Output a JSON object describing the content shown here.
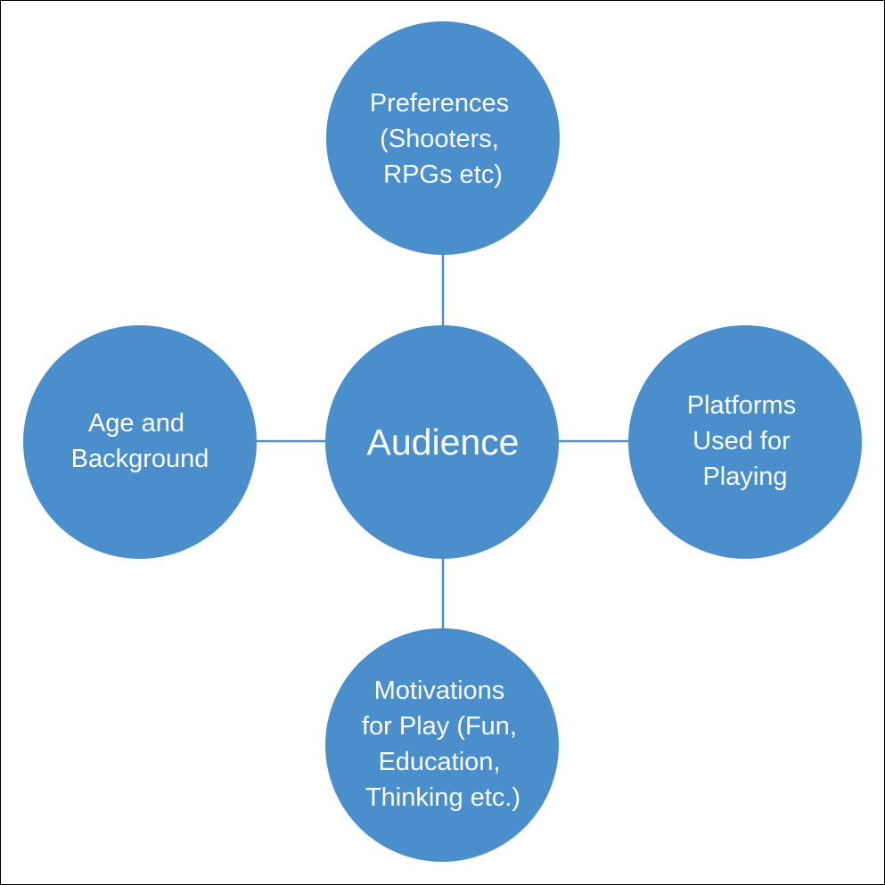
{
  "diagram": {
    "colors": {
      "node_fill": "#4a8fcb",
      "connector": "#4a8fcb",
      "text": "#ffffff",
      "border": "#000000",
      "background": "#ffffff"
    },
    "center": {
      "lines": [
        "Audience"
      ]
    },
    "nodes": {
      "top": {
        "lines": [
          "Preferences",
          "(Shooters,",
          "RPGs etc)"
        ]
      },
      "left": {
        "lines": [
          "Age and",
          "Background"
        ]
      },
      "right": {
        "lines": [
          "Platforms",
          "Used for",
          "Playing"
        ]
      },
      "bottom": {
        "lines": [
          "Motivations",
          "for Play (Fun,",
          "Education,",
          "Thinking etc.)"
        ]
      }
    }
  }
}
